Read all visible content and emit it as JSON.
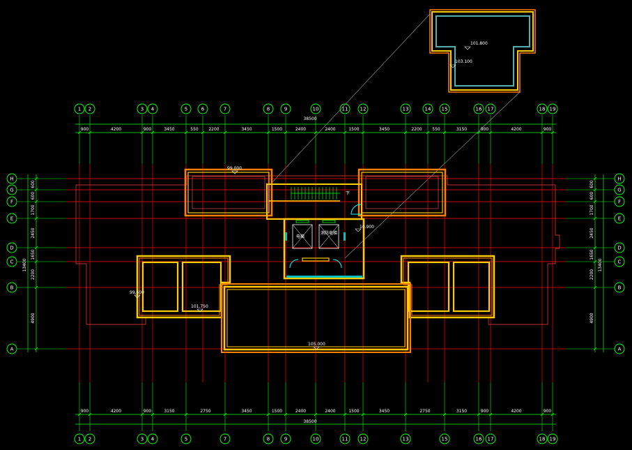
{
  "axes_columns": [
    "1",
    "2",
    "3",
    "4",
    "5",
    "6",
    "7",
    "8",
    "9",
    "10",
    "11",
    "12",
    "13",
    "14",
    "15",
    "16",
    "17",
    "18",
    "19"
  ],
  "axes_columns_bottom": [
    "1",
    "2",
    "3",
    "4",
    "5",
    "7",
    "8",
    "9",
    "10",
    "11",
    "12",
    "13",
    "15",
    "16",
    "17",
    "18",
    "19"
  ],
  "axes_rows": [
    "H",
    "G",
    "F",
    "E",
    "D",
    "C",
    "B",
    "A"
  ],
  "top_dims": [
    "900",
    "4200",
    "900",
    "3450",
    "550",
    "2200",
    "3450",
    "1500",
    "2400",
    "2400",
    "1500",
    "3450",
    "2200",
    "550",
    "3150",
    "900",
    "4200",
    "900"
  ],
  "bottom_dims": [
    "900",
    "4200",
    "900",
    "3150",
    "2750",
    "3450",
    "1500",
    "2400",
    "2400",
    "1500",
    "3450",
    "2750",
    "3150",
    "900",
    "4200",
    "900"
  ],
  "overall_dim": "38500",
  "left_dims": [
    "600",
    "600",
    "1700",
    "2450",
    "1650",
    "2200",
    "4900"
  ],
  "left_total": "13400",
  "elevations": {
    "roof_left": "99.000",
    "roof_main": "105.000",
    "mid_left": "101.750",
    "side_left": "99.600",
    "core_right": "10.900",
    "detail_top": "101.800",
    "detail_bottom": "103.100"
  },
  "core_labels": {
    "elevator_left": "电梯",
    "elevator_right": "消防电梯",
    "stair_mark": "下"
  },
  "colors": {
    "grid_red": "#ff0000",
    "wall_yellow": "#ffcc00",
    "wall_orange": "#ff8000",
    "dim_green": "#00ff00",
    "accent_cyan": "#00ffff",
    "leader_gray": "#9a9a9a"
  }
}
